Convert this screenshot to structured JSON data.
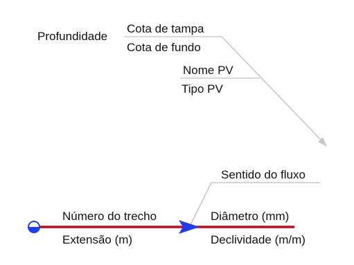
{
  "diagram": {
    "labels": {
      "profundidade": "Profundidade",
      "cota_tampa": "Cota de tampa",
      "cota_fundo": "Cota de fundo",
      "nome_pv": "Nome PV",
      "tipo_pv": "Tipo PV",
      "sentido_fluxo": "Sentido do fluxo",
      "numero_trecho": "Número do trecho",
      "extensao": "Extensão (m)",
      "diametro": "Diâmetro (mm)",
      "declividade": "Declividade (m/m)"
    },
    "colors": {
      "pipe": "#b80f1a",
      "flow_arrow": "#1f3cf0",
      "node_fill": "#1f3cf0",
      "leader_line": "#c8c8c8",
      "text": "#111111"
    }
  }
}
